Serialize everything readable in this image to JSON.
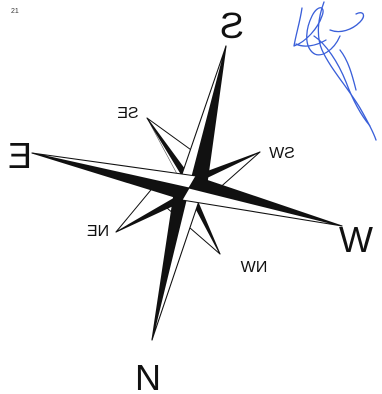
{
  "page_label": "21",
  "compass": {
    "cardinals": {
      "north": "N",
      "south": "S",
      "east": "E",
      "west": "W"
    },
    "intercardinals": {
      "southeast": "SE",
      "southwest": "SW",
      "northeast": "NE",
      "northwest": "NW"
    }
  },
  "signature": {
    "lettering": "",
    "ink_color": "#3a5fd9"
  },
  "colors": {
    "ink": "#111111",
    "paper": "#ffffff"
  }
}
